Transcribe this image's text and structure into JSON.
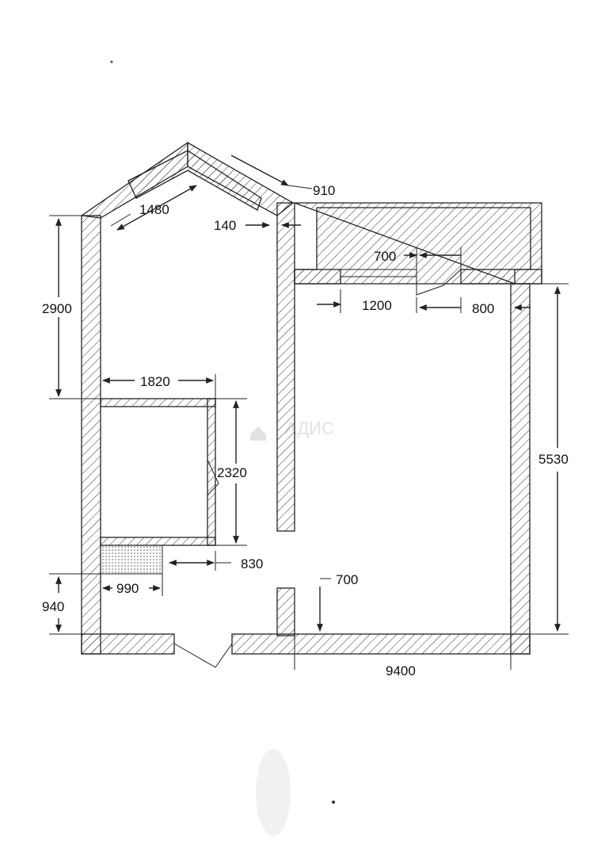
{
  "colors": {
    "ink": "#222222",
    "paper": "#ffffff",
    "dots": "#555555"
  },
  "dimensions": {
    "d1480": "1480",
    "d910": "910",
    "d140": "140",
    "d700_top": "700",
    "d1200": "1200",
    "d800": "800",
    "d2900": "2900",
    "d1820": "1820",
    "d2320": "2320",
    "d5530": "5530",
    "d830": "830",
    "d990": "990",
    "d700_bottom": "700",
    "d940": "940",
    "d_bottom": "9400"
  },
  "watermark": "АДИС"
}
